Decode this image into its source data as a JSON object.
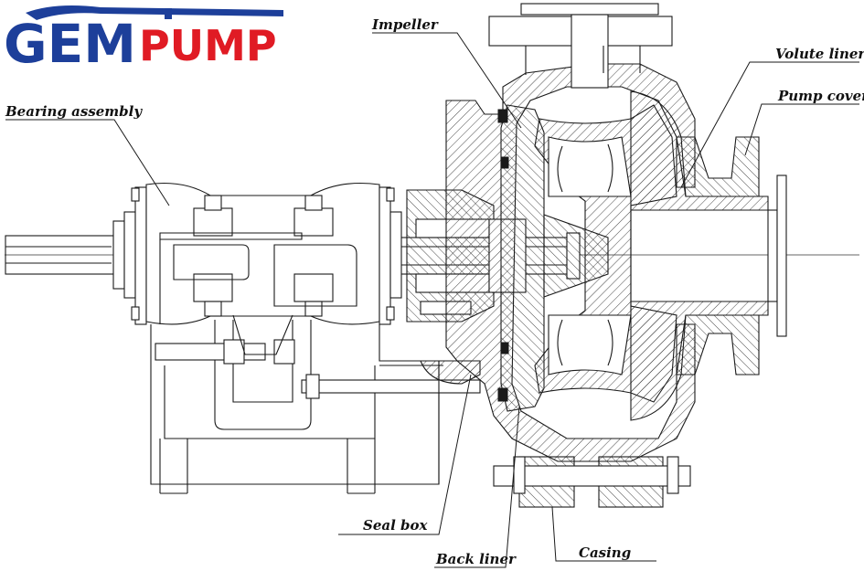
{
  "logo": {
    "text_blue": "GEM",
    "text_red": "PUMP",
    "colors": {
      "blue": "#1d3f9a",
      "red": "#e01b24"
    }
  },
  "labels": {
    "impeller": "Impeller",
    "volute_liner": "Volute liner",
    "pump_cover": "Pump cover",
    "bearing_assembly": "Bearing assembly",
    "seal_box": "Seal box",
    "back_liner": "Back liner",
    "casing": "Casing"
  }
}
